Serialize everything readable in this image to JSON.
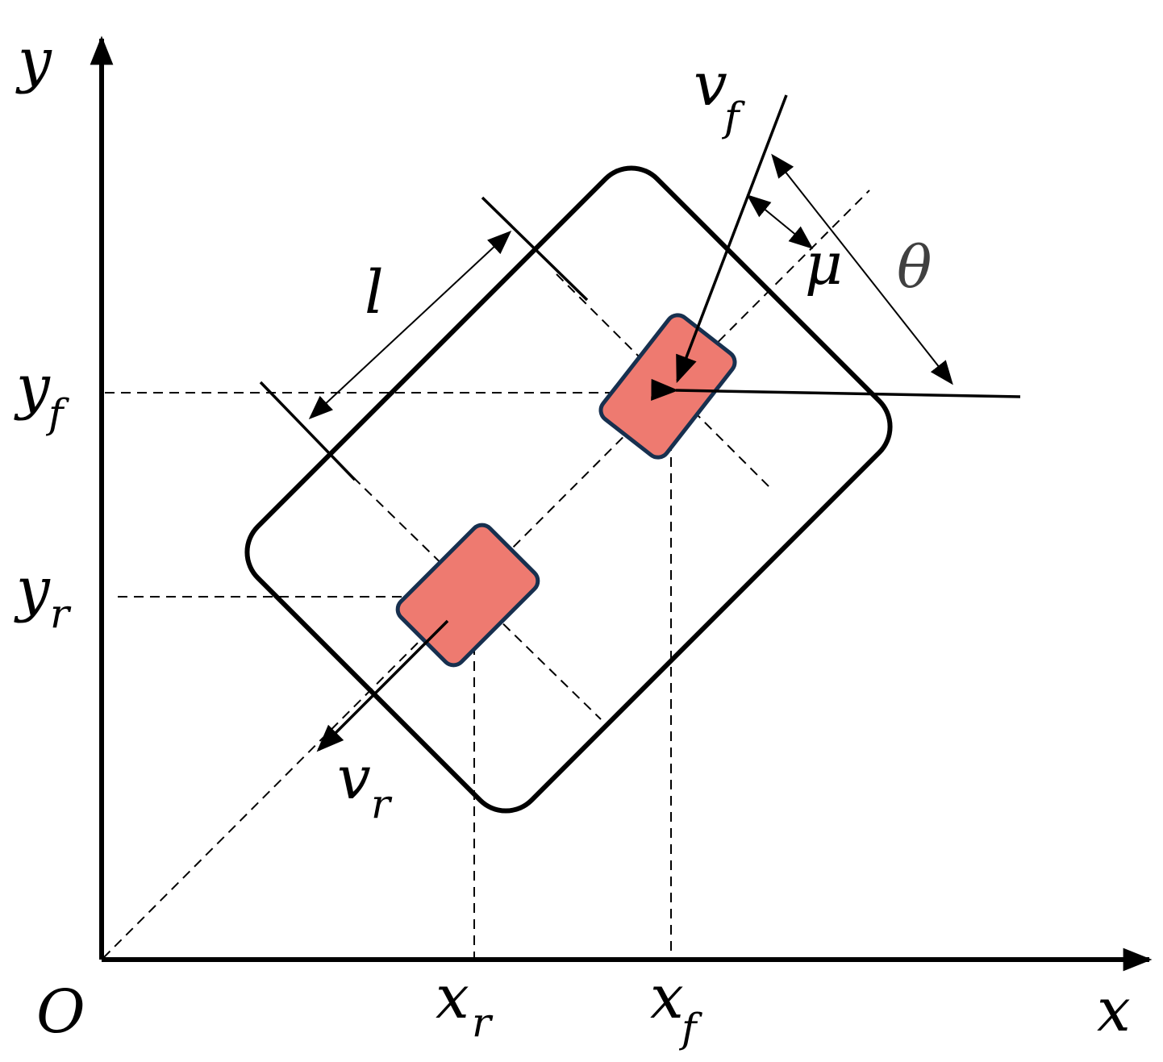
{
  "colors": {
    "wheel_fill": "#ee7a70",
    "wheel_stroke": "#17304f",
    "line": "#000000",
    "theta_label": "#404040"
  },
  "labels": {
    "y_axis": "y",
    "x_axis": "x",
    "origin": "O",
    "yf": {
      "main": "y",
      "sub": "f"
    },
    "yr": {
      "main": "y",
      "sub": "r"
    },
    "xr": {
      "main": "x",
      "sub": "r"
    },
    "xf": {
      "main": "x",
      "sub": "f"
    },
    "vf": {
      "main": "v",
      "sub": "f"
    },
    "vr": {
      "main": "v",
      "sub": "r"
    },
    "wheelbase": "l",
    "steering_angle": "μ",
    "heading_angle": "θ"
  }
}
